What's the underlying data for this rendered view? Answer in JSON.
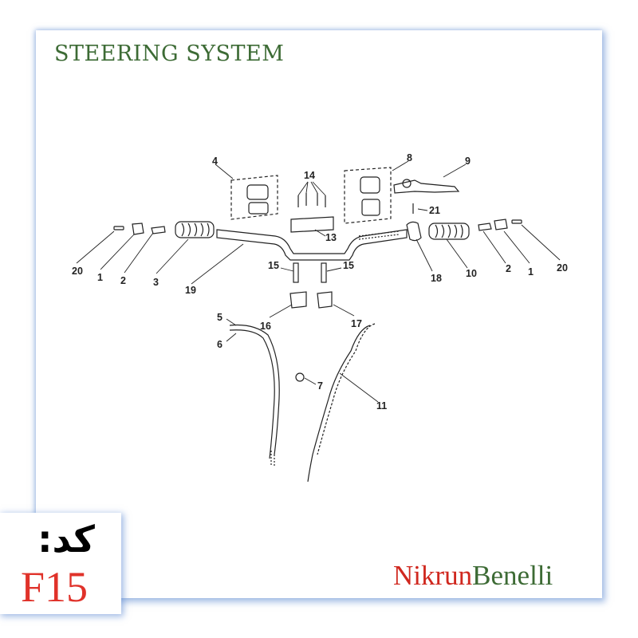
{
  "header": {
    "title": "STEERING SYSTEM"
  },
  "callouts": {
    "c20l": "20",
    "c1l": "1",
    "c2l": "2",
    "c3": "3",
    "c19": "19",
    "c4": "4",
    "c14": "14",
    "c13": "13",
    "c8": "8",
    "c9": "9",
    "c21": "21",
    "c18": "18",
    "c10": "10",
    "c2r": "2",
    "c1r": "1",
    "c20r": "20",
    "c15l": "15",
    "c15r": "15",
    "c16": "16",
    "c17": "17",
    "c5": "5",
    "c6": "6",
    "c7": "7",
    "c11": "11"
  },
  "code_badge": {
    "label": "کد:",
    "value": "F15"
  },
  "brand": {
    "part1": "Nikrun",
    "part2": "Benelli"
  },
  "colors": {
    "title": "#3d6b35",
    "code_value": "#e0322a",
    "brand_red": "#d0281f",
    "brand_green": "#3d6b35",
    "frame_shadow": "#608cd2"
  }
}
